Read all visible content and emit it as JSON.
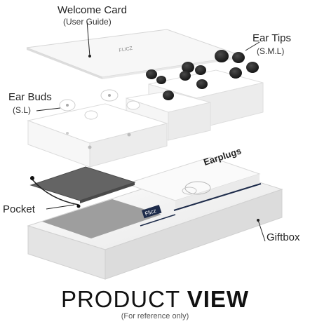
{
  "labels": {
    "welcome_card": "Welcome Card",
    "welcome_card_sub": "(User Guide)",
    "ear_tips": "Ear Tips",
    "ear_tips_sub": "(S.M.L)",
    "ear_buds": "Ear Buds",
    "ear_buds_sub": "(S.L)",
    "pocket": "Pocket",
    "giftbox": "Giftbox"
  },
  "box_text": {
    "earplugs": "Earplugs",
    "brand": "Flicz",
    "brand_top": "FLICZ"
  },
  "title": {
    "light": "PRODUCT ",
    "bold": "VIEW"
  },
  "footnote": "(For reference only)",
  "colors": {
    "tips": "#1b1b1b",
    "pocket": "#5a5a5a",
    "box": "#f2f2f2",
    "box_shade": "#d9d9d9",
    "accent": "#1d2b4a"
  }
}
